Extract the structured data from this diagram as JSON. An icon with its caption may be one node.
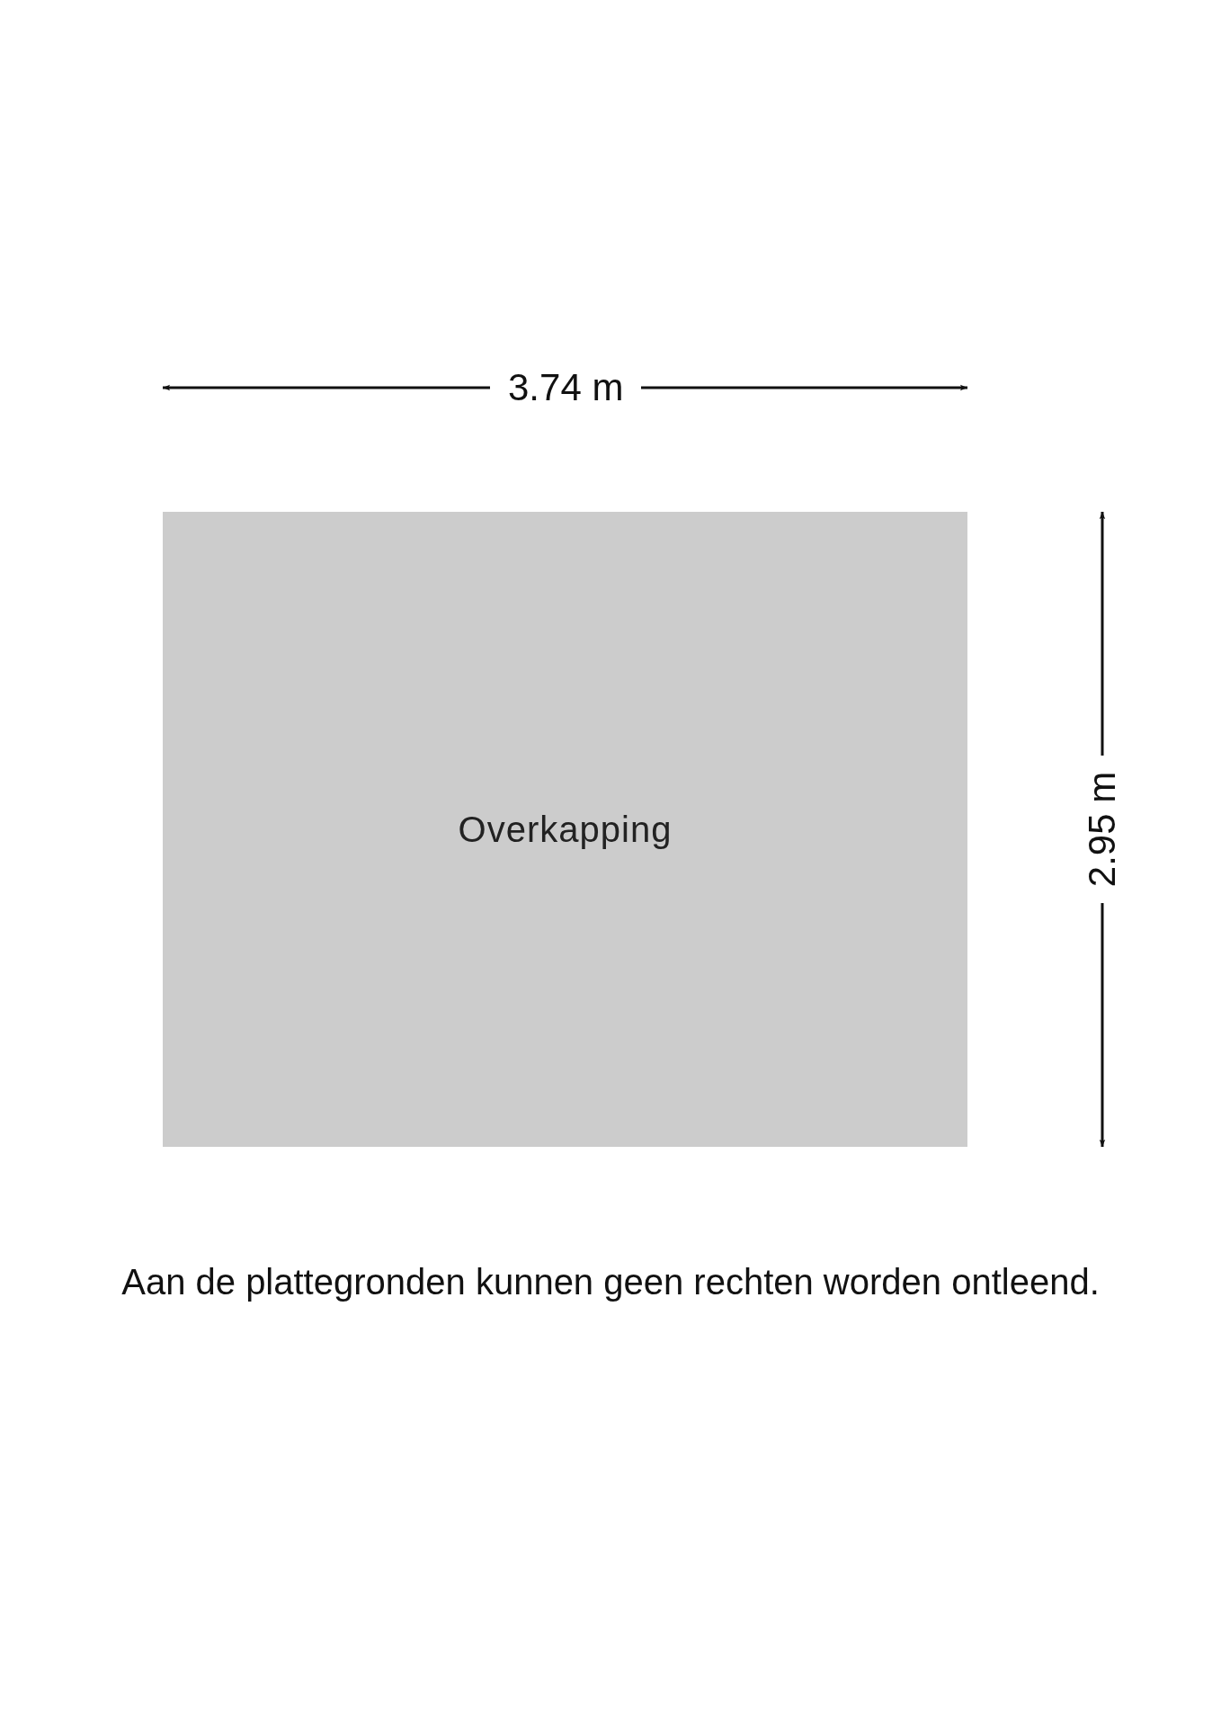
{
  "diagram": {
    "caption": "Aan de plattegronden kunnen geen rechten worden ontleend.",
    "nodes": [
      {
        "text": [
          "Overkapping"
        ]
      }
    ],
    "labels": [
      "3.74 m",
      "2.95 m"
    ]
  }
}
